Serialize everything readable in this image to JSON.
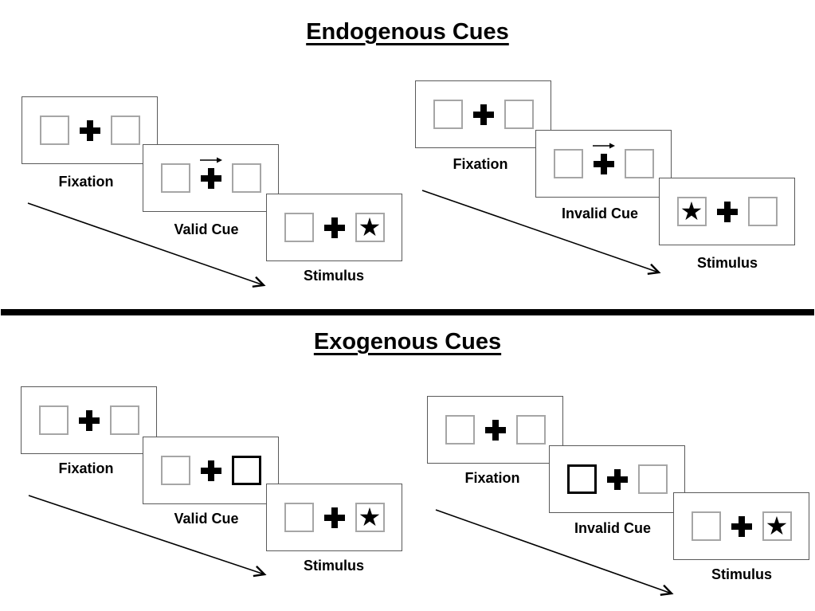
{
  "titles": {
    "endogenous": "Endogenous Cues",
    "exogenous": "Exogenous Cues"
  },
  "icons": {
    "fixation_cross": "plus-cross",
    "cue_arrow": "right-arrow",
    "star": "★"
  },
  "colors": {
    "panel_border": "#595959",
    "square_border": "#a6a6a6",
    "cue_highlight": "#000000",
    "divider": "#000000",
    "text": "#000000"
  },
  "groups": [
    {
      "name": "endogenous-valid",
      "steps": [
        {
          "label": "Fixation",
          "type": "fixation"
        },
        {
          "label": "Valid Cue",
          "type": "central-arrow-cue",
          "cue_direction": "right"
        },
        {
          "label": "Stimulus",
          "type": "stimulus",
          "star_side": "right"
        }
      ]
    },
    {
      "name": "endogenous-invalid",
      "steps": [
        {
          "label": "Fixation",
          "type": "fixation"
        },
        {
          "label": "Invalid Cue",
          "type": "central-arrow-cue",
          "cue_direction": "right"
        },
        {
          "label": "Stimulus",
          "type": "stimulus",
          "star_side": "left"
        }
      ]
    },
    {
      "name": "exogenous-valid",
      "steps": [
        {
          "label": "Fixation",
          "type": "fixation"
        },
        {
          "label": "Valid Cue",
          "type": "peripheral-box-cue",
          "cue_side": "right"
        },
        {
          "label": "Stimulus",
          "type": "stimulus",
          "star_side": "right"
        }
      ]
    },
    {
      "name": "exogenous-invalid",
      "steps": [
        {
          "label": "Fixation",
          "type": "fixation"
        },
        {
          "label": "Invalid Cue",
          "type": "peripheral-box-cue",
          "cue_side": "left"
        },
        {
          "label": "Stimulus",
          "type": "stimulus",
          "star_side": "right"
        }
      ]
    }
  ]
}
